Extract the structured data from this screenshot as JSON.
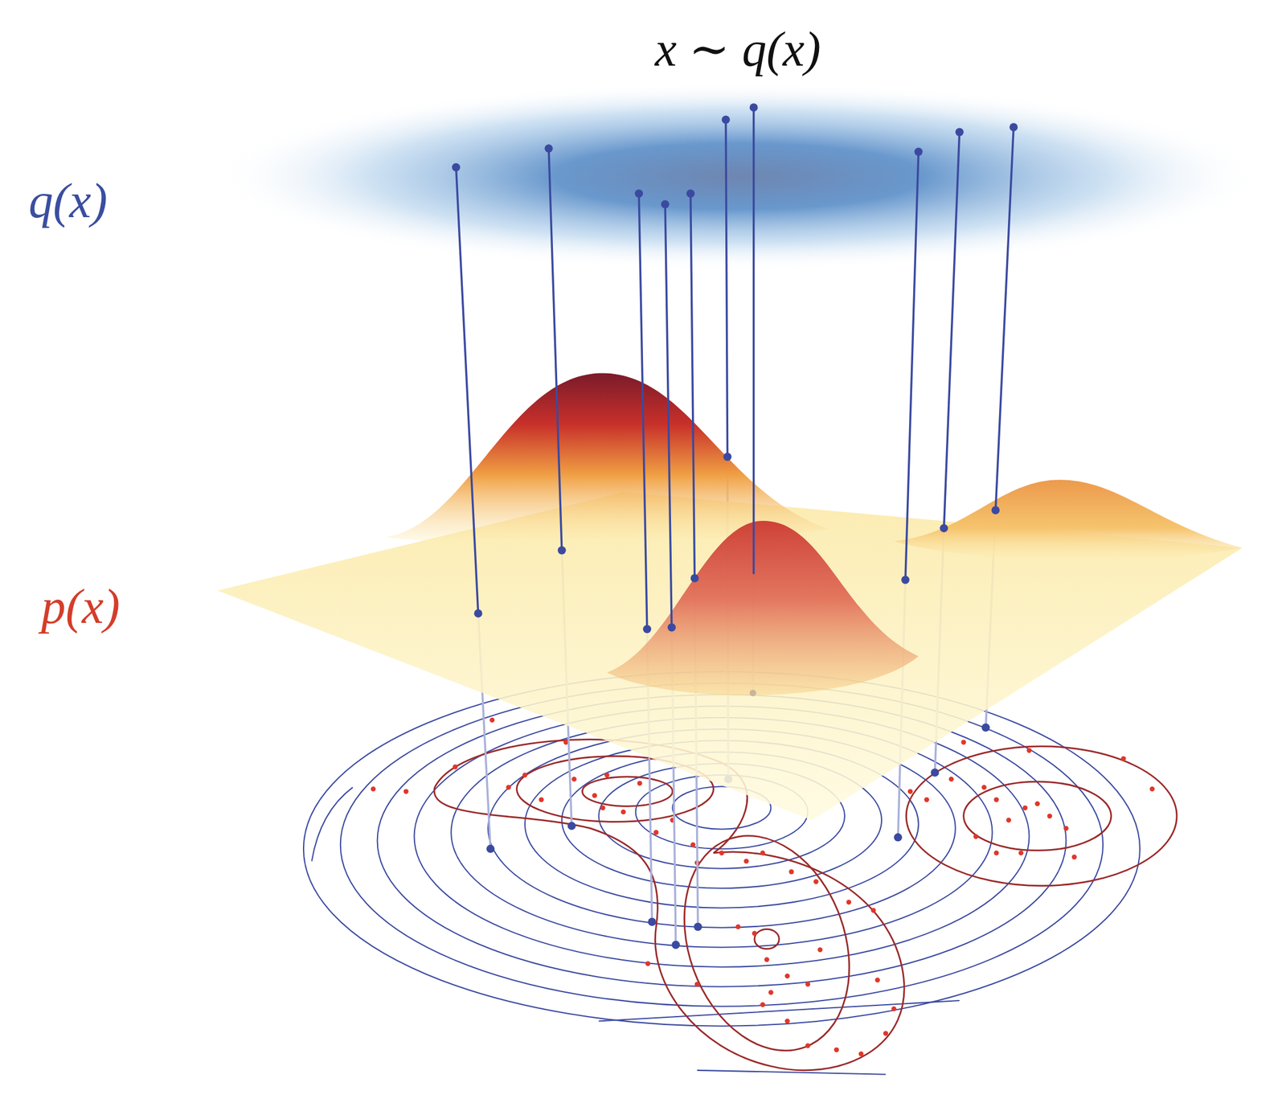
{
  "diagram": {
    "labels": [
      "x ∼ q(x)",
      "q(x)",
      "p(x)"
    ]
  }
}
